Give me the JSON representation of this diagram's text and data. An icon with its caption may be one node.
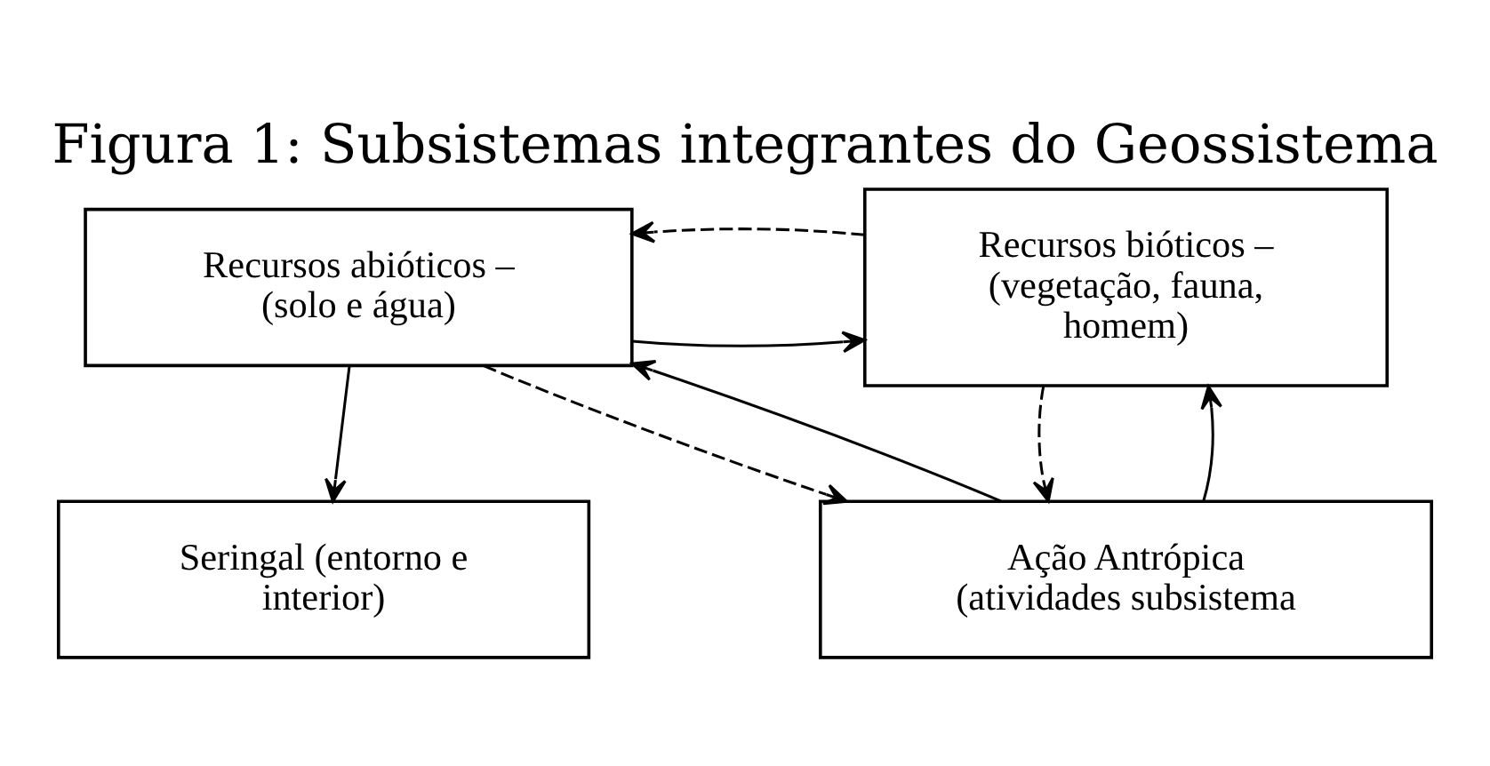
{
  "diagram": {
    "title": "Figura 1: Subsistemas integrantes do Geossistema",
    "nodes": [
      {
        "text": [
          "Recursos abióticos –",
          "(solo e água)"
        ]
      },
      {
        "text": [
          "Recursos bióticos – (vegetação, fauna, homem)"
        ]
      },
      {
        "text": [
          "Seringal (entorno e interior)"
        ]
      },
      {
        "text": [
          "Ação Antrópica (atividades subsistema"
        ]
      }
    ],
    "edges": [
      {
        "from": 0,
        "to": 1,
        "arrow": "to"
      },
      {
        "from": 1,
        "to": 0,
        "arrow": "to",
        "style": "dashed"
      },
      {
        "from": 0,
        "to": 2,
        "arrow": "to"
      },
      {
        "from": 0,
        "to": 3,
        "arrow": "to",
        "style": "dashed"
      },
      {
        "from": 3,
        "to": 0,
        "arrow": "to"
      },
      {
        "from": 1,
        "to": 3,
        "arrow": "to",
        "style": "dashed"
      },
      {
        "from": 3,
        "to": 1,
        "arrow": "to"
      }
    ]
  }
}
